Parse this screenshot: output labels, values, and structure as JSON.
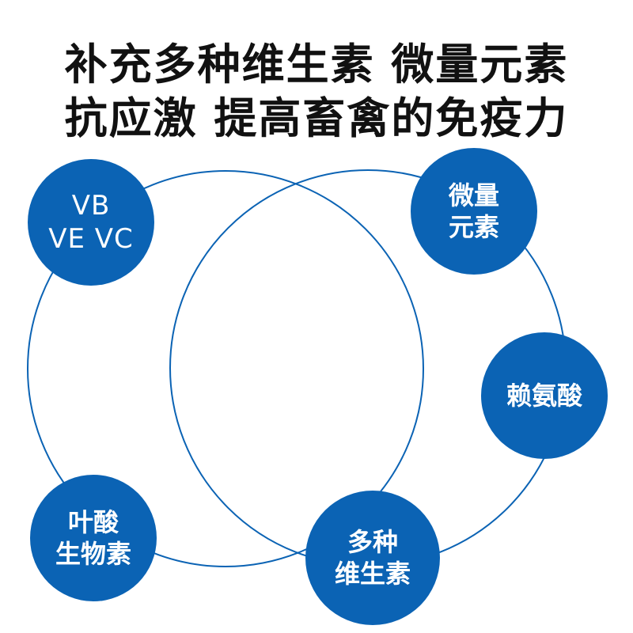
{
  "headline": {
    "line1": "补充多种维生素 微量元素",
    "line2": "抗应激 提高畜禽的免疫力"
  },
  "colors": {
    "bubble_fill": "#0b63b4",
    "ring_stroke": "#0b63b4",
    "headline_text": "#111111",
    "bubble_text": "#ffffff"
  },
  "bubbles": {
    "vitamins": {
      "line1": "VB",
      "line2": "VE VC"
    },
    "trace_elements": {
      "line1": "微量",
      "line2": "元素"
    },
    "lysine": {
      "line1": "赖氨酸"
    },
    "folate_biotin": {
      "line1": "叶酸",
      "line2": "生物素"
    },
    "multivitamin": {
      "line1": "多种",
      "line2": "维生素"
    }
  }
}
